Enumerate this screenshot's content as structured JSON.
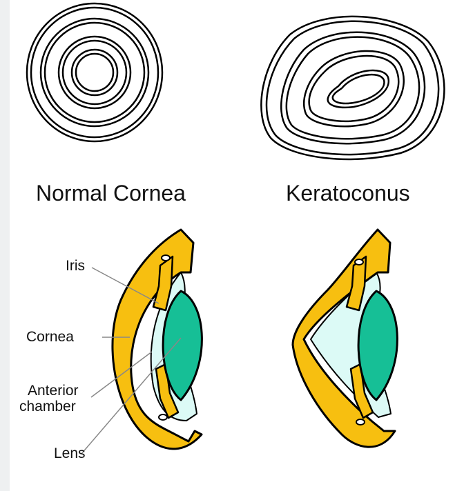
{
  "headings": {
    "normal": "Normal Cornea",
    "keratoconus": "Keratoconus"
  },
  "labels": {
    "iris": "Iris",
    "cornea": "Cornea",
    "anterior_line1": "Anterior",
    "anterior_line2": "chamber",
    "lens": "Lens"
  },
  "colors": {
    "cornea_tissue": "#f7bf10",
    "chamber_fluid": "#dcfaf6",
    "lens": "#16bf96",
    "outline": "#000000",
    "leader_line": "#888888"
  }
}
